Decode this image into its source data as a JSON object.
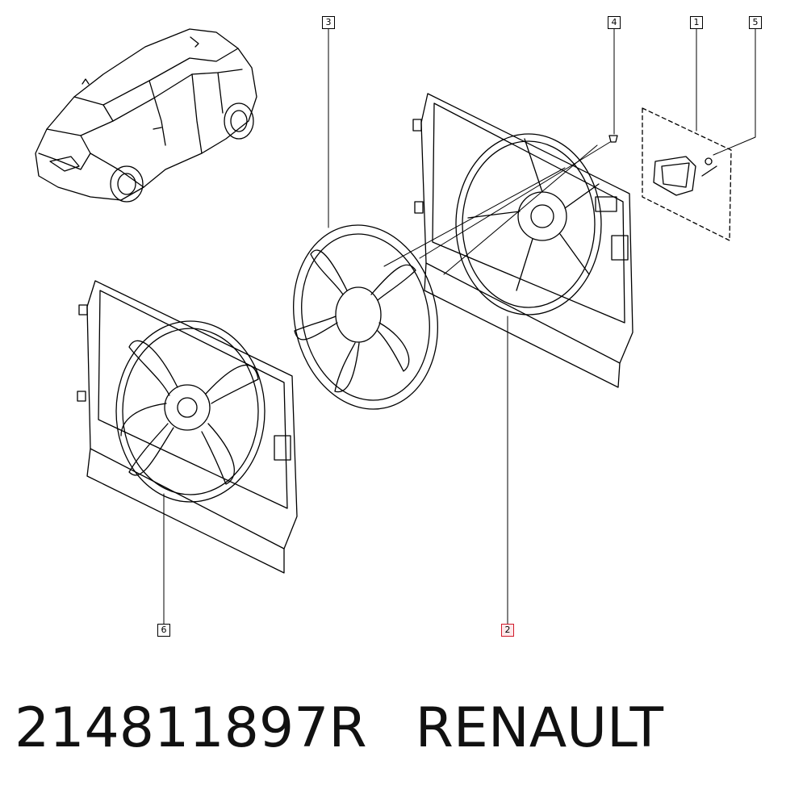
{
  "callouts": {
    "c1": "1",
    "c2": "2",
    "c3": "3",
    "c4": "4",
    "c5": "5",
    "c6": "6"
  },
  "highlighted_callout": "2",
  "caption": {
    "part_number": "214811897R",
    "brand": "RENAULT"
  },
  "colors": {
    "line": "#000000",
    "highlight": "#d11a2a"
  }
}
